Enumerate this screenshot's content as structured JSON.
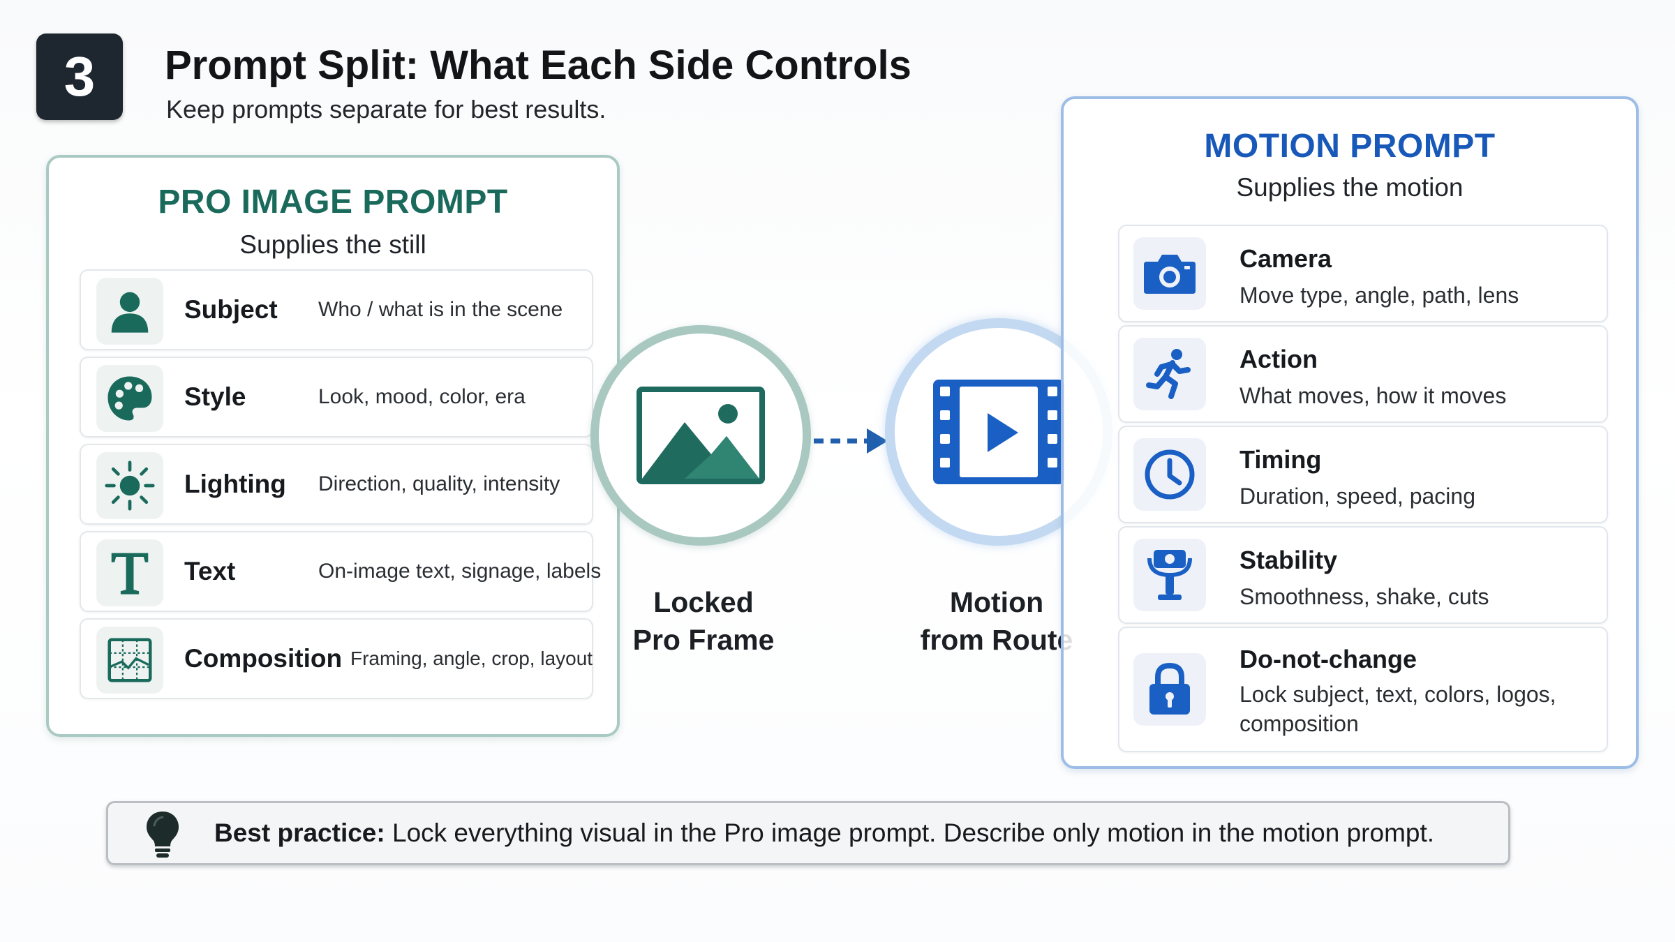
{
  "header": {
    "step_number": "3",
    "title": "Prompt Split: What Each Side Controls",
    "subtitle": "Keep prompts separate for best results."
  },
  "left_panel": {
    "title": "PRO IMAGE PROMPT",
    "subtitle": "Supplies the still",
    "items": [
      {
        "label": "Subject",
        "desc": "Who / what is in the scene",
        "icon": "person-icon"
      },
      {
        "label": "Style",
        "desc": "Look, mood, color, era",
        "icon": "palette-icon"
      },
      {
        "label": "Lighting",
        "desc": "Direction, quality, intensity",
        "icon": "sun-icon"
      },
      {
        "label": "Text",
        "desc": "On-image text, signage, labels",
        "icon": "text-t-icon"
      },
      {
        "label": "Composition",
        "desc": "Framing, angle, crop, layout",
        "icon": "composition-frame-icon"
      }
    ]
  },
  "middle": {
    "locked_line1": "Locked",
    "locked_line2": "Pro Frame",
    "motion_line1": "Motion",
    "motion_line2": "from Route"
  },
  "right_panel": {
    "title": "MOTION PROMPT",
    "subtitle": "Supplies the motion",
    "items": [
      {
        "label": "Camera",
        "desc": "Move type, angle, path, lens",
        "icon": "camera-icon"
      },
      {
        "label": "Action",
        "desc": "What moves, how it moves",
        "icon": "running-person-icon"
      },
      {
        "label": "Timing",
        "desc": "Duration, speed, pacing",
        "icon": "clock-icon"
      },
      {
        "label": "Stability",
        "desc": "Smoothness, shake, cuts",
        "icon": "gimbal-icon"
      },
      {
        "label": "Do-not-change",
        "desc": "Lock subject, text, colors, logos, composition",
        "icon": "padlock-icon"
      }
    ]
  },
  "tip": {
    "label": "Best practice:",
    "text": " Lock everything visual in the Pro image prompt. Describe only motion in the motion prompt.",
    "icon": "lightbulb-icon"
  },
  "colors": {
    "teal_accent": "#1a6a5c",
    "teal_border": "#a9cac2",
    "blue_accent": "#1858b8",
    "blue_icon": "#1a5fc4",
    "blue_border": "#9dbde6",
    "badge_dark": "#1e272f"
  }
}
